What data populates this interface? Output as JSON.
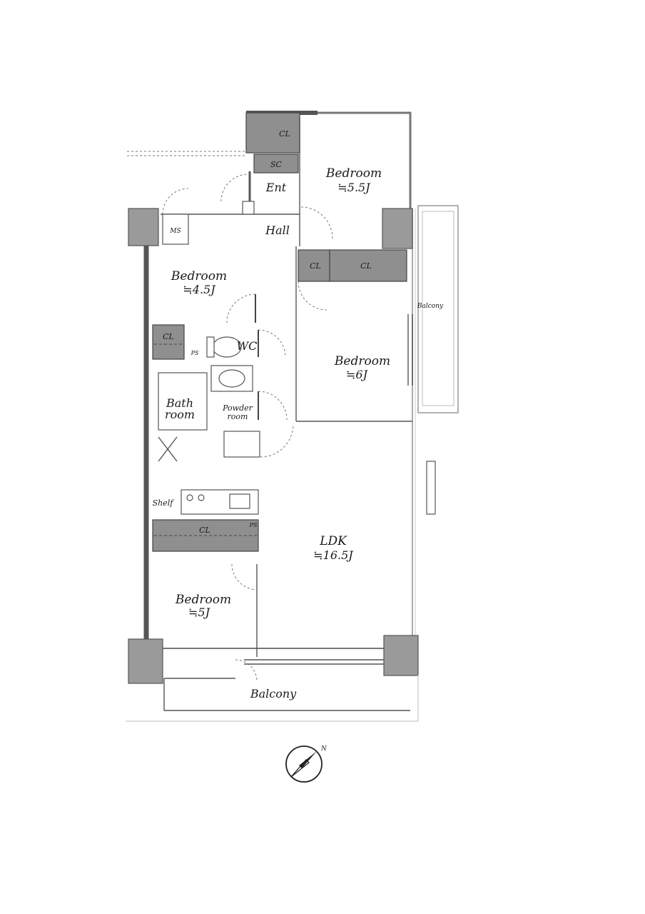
{
  "rooms": {
    "bedroom_ne": {
      "name": "Bedroom",
      "size": "≒5.5J"
    },
    "bedroom_nw": {
      "name": "Bedroom",
      "size": "≒4.5J"
    },
    "bedroom_e": {
      "name": "Bedroom",
      "size": "≒6J"
    },
    "bedroom_sw": {
      "name": "Bedroom",
      "size": "≒5J"
    },
    "ldk": {
      "name": "LDK",
      "size": "≒16.5J"
    },
    "entrance": "Ent",
    "hall": "Hall",
    "wc": "WC",
    "bathroom_line1": "Bath",
    "bathroom_line2": "room",
    "powder_line1": "Powder",
    "powder_line2": "room",
    "shelf": "Shelf",
    "ms": "MS",
    "sc": "SC",
    "balcony_south": "Balcony",
    "balcony_east": "Balcony"
  },
  "closets": {
    "top": "CL",
    "hall_left": "CL",
    "hall_right": "CL",
    "bath_side": "CL",
    "kitchen": "CL"
  },
  "ps_labels": {
    "wc": "PS",
    "kitchen": "PS"
  },
  "compass": {
    "north_label": "N"
  },
  "colors": {
    "wall": "#333333",
    "closet_fill": "#8f8f8f",
    "pillar_fill": "#9a9a9a"
  }
}
